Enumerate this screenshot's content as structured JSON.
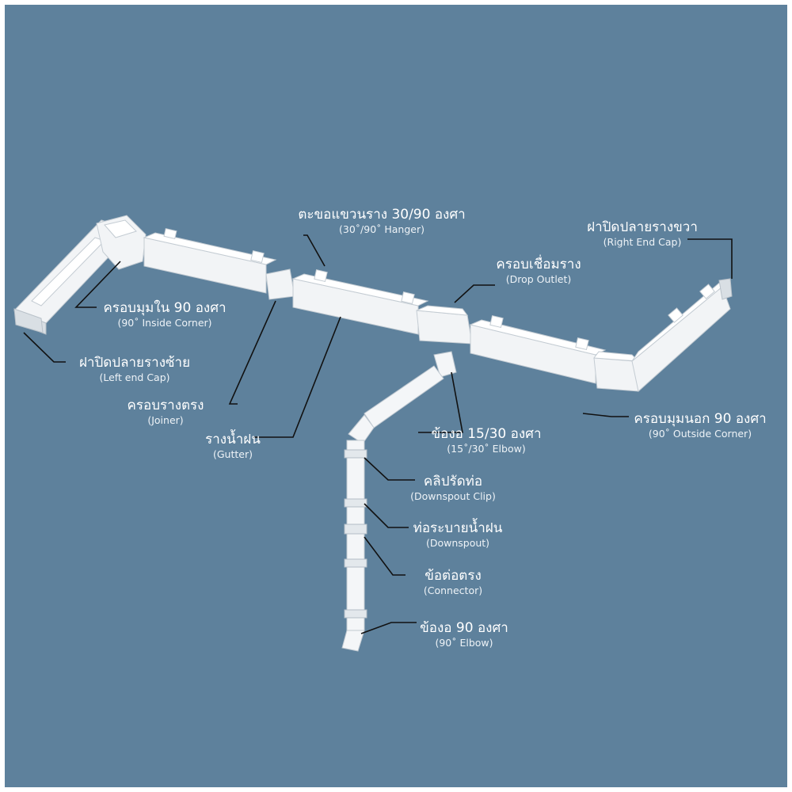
{
  "background_color": "#5e819c",
  "labels": {
    "hanger": {
      "th": "ตะขอแขวนราง 30/90 องศา",
      "en": "(30˚/90˚ Hanger)"
    },
    "right_end_cap": {
      "th": "ฝาปิดปลายรางขวา",
      "en": "(Right End Cap)"
    },
    "drop_outlet": {
      "th": "ครอบเชื่อมราง",
      "en": "(Drop Outlet)"
    },
    "inside_corner": {
      "th": "ครอบมุมใน 90 องศา",
      "en": "(90˚ Inside Corner)"
    },
    "left_end_cap": {
      "th": "ฝาปิดปลายรางซ้าย",
      "en": "(Left end Cap)"
    },
    "joiner": {
      "th": "ครอบรางตรง",
      "en": "(Joiner)"
    },
    "gutter": {
      "th": "รางน้ำฝน",
      "en": "(Gutter)"
    },
    "elbow_15_30": {
      "th": "ข้องอ 15/30 องศา",
      "en": "(15˚/30˚ Elbow)"
    },
    "outside_corner": {
      "th": "ครอบมุมนอก 90 องศา",
      "en": "(90˚ Outside Corner)"
    },
    "downspout_clip": {
      "th": "คลิปรัดท่อ",
      "en": "(Downspout Clip)"
    },
    "downspout": {
      "th": "ท่อระบายน้ำฝน",
      "en": "(Downspout)"
    },
    "connector": {
      "th": "ข้อต่อตรง",
      "en": "(Connector)"
    },
    "elbow_90": {
      "th": "ข้องอ 90 องศา",
      "en": "(90˚ Elbow)"
    }
  }
}
